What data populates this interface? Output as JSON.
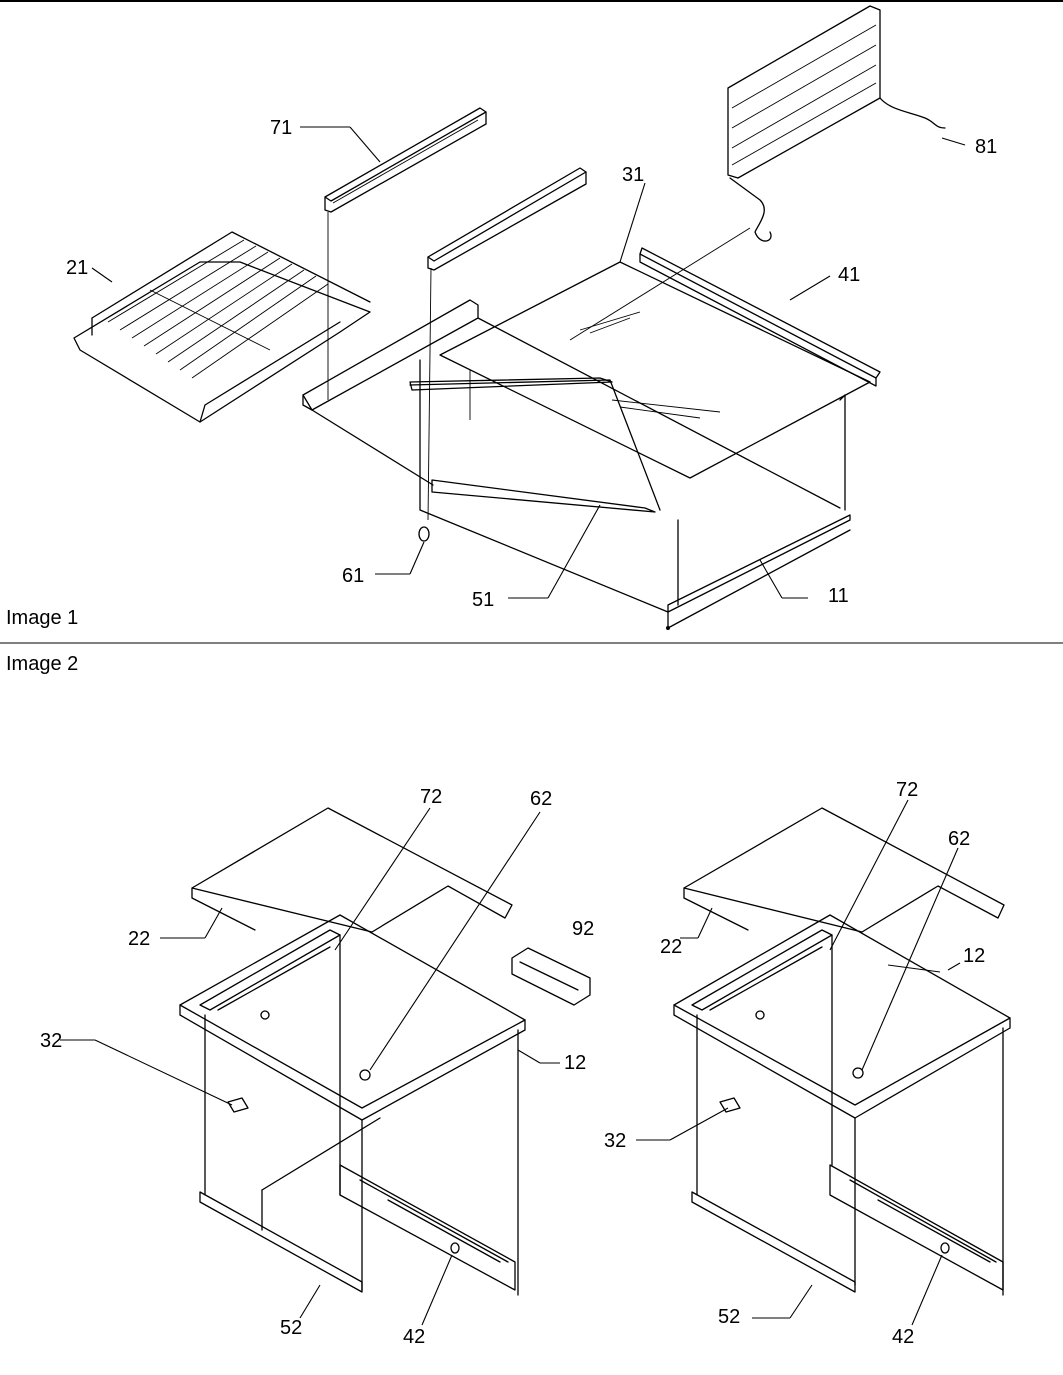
{
  "panels": [
    {
      "label": "Image 1",
      "callouts": [
        "71",
        "21",
        "31",
        "81",
        "41",
        "61",
        "51",
        "11"
      ]
    },
    {
      "label": "Image 2",
      "callouts_left": [
        "72",
        "62",
        "92",
        "22",
        "32",
        "12",
        "52",
        "42"
      ],
      "callouts_right": [
        "72",
        "62",
        "22",
        "12",
        "32",
        "52",
        "42"
      ]
    }
  ]
}
